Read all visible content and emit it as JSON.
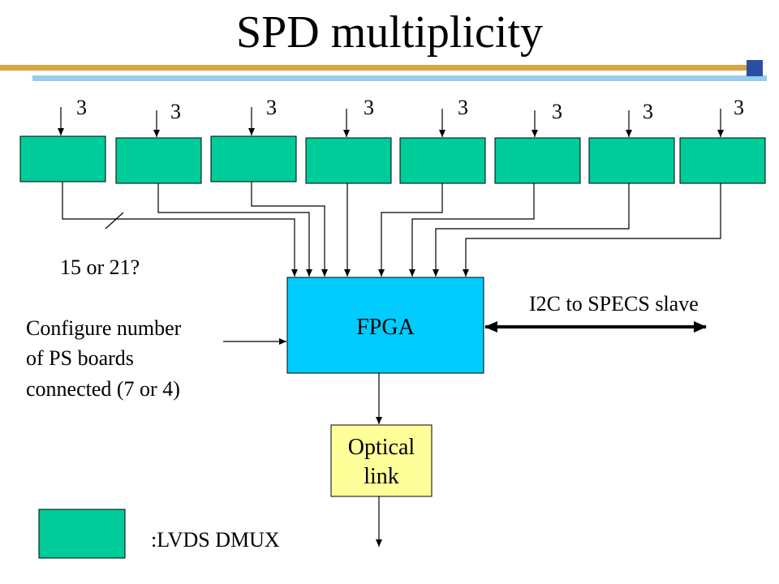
{
  "slide": {
    "title": "SPD multiplicity"
  },
  "inputs": {
    "labels": [
      "3",
      "3",
      "3",
      "3",
      "3",
      "3",
      "3",
      "3"
    ]
  },
  "blocks": {
    "fpga_label": "FPGA",
    "optical_label_line1": "Optical",
    "optical_label_line2": "link"
  },
  "annotations": {
    "bus_width": "15 or 21?",
    "configure_line1": "Configure number",
    "configure_line2": "of PS boards",
    "configure_line3": "connected (7 or 4)",
    "i2c": "I2C to SPECS slave",
    "legend": ":LVDS DMUX"
  },
  "colors": {
    "lvds_box": "#00cc99",
    "fpga_box": "#00ccff",
    "optical_box": "#ffff99",
    "title_bar_orange": "#d9a441",
    "title_bar_blue": "#99ccee",
    "title_bar_square": "#2b4fa0"
  }
}
